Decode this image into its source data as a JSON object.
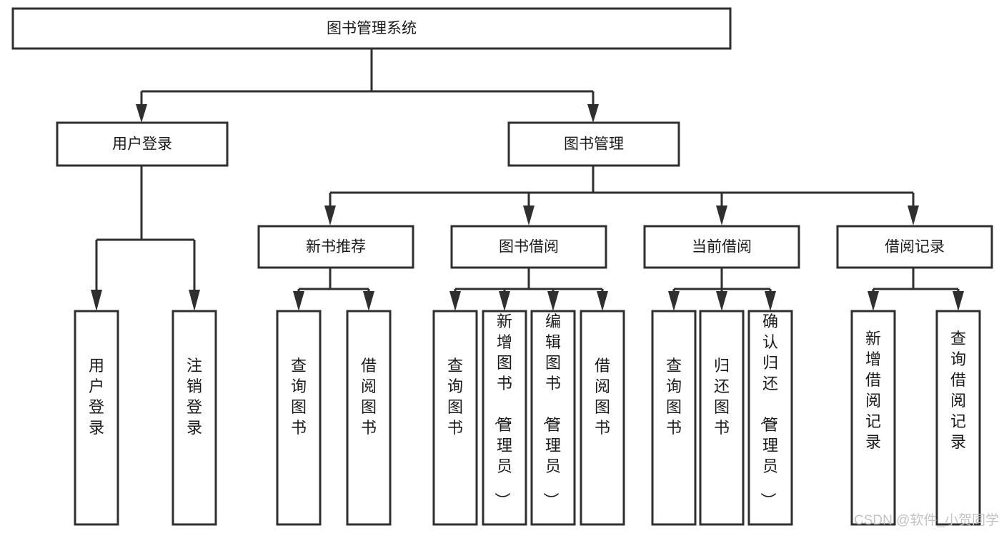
{
  "diagram": {
    "title": "图书管理系统",
    "kind": "功能结构图",
    "stroke_color": "#2f2f2f",
    "fill_color": "#ffffff",
    "label_color": "#1a1a1a",
    "watermark": "CSDN @软件_小贺同学",
    "watermark_color": "#c3c3c3"
  },
  "nodes": {
    "root": {
      "label": "图书管理系统"
    },
    "level2": [
      {
        "label": "用户登录"
      },
      {
        "label": "图书管理"
      }
    ],
    "level3": [
      {
        "label": "新书推荐"
      },
      {
        "label": "图书借阅"
      },
      {
        "label": "当前借阅"
      },
      {
        "label": "借阅记录"
      }
    ],
    "leaves": {
      "user_login": [
        {
          "label": "用户登录"
        },
        {
          "label": "注销登录"
        }
      ],
      "new_book_recommend": [
        {
          "label": "查询图书"
        },
        {
          "label": "借阅图书"
        }
      ],
      "book_borrow": [
        {
          "label": "查询图书"
        },
        {
          "label": "新增图书（管理员）"
        },
        {
          "label": "编辑图书（管理员）"
        },
        {
          "label": "借阅图书"
        }
      ],
      "current_borrow": [
        {
          "label": "查询图书"
        },
        {
          "label": "归还图书"
        },
        {
          "label": "确认归还（管理员）"
        }
      ],
      "borrow_record": [
        {
          "label": "新增借阅记录"
        },
        {
          "label": "查询借阅记录"
        }
      ]
    }
  }
}
